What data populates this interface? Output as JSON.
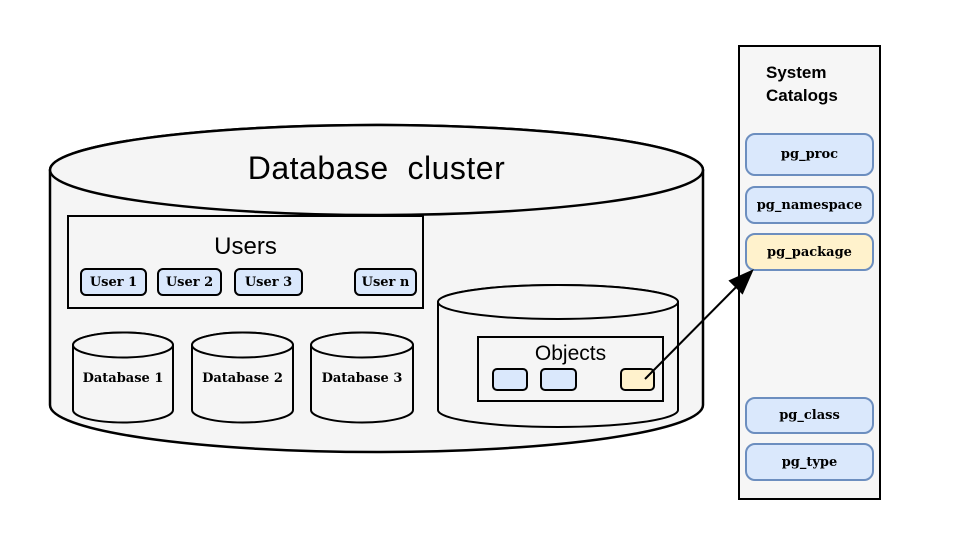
{
  "cluster": {
    "title": "Database  cluster"
  },
  "users_panel": {
    "title": "Users",
    "users": [
      "User 1",
      "User 2",
      "User 3",
      "User n"
    ]
  },
  "databases": [
    {
      "label": "Database 1"
    },
    {
      "label": "Database 2"
    },
    {
      "label": "Database 3"
    }
  ],
  "objects_panel": {
    "title": "Objects",
    "object_slots": [
      "object",
      "object",
      "package-object"
    ]
  },
  "system_catalogs": {
    "title_lines": [
      "System",
      "Catalogs"
    ],
    "items": [
      {
        "label": "pg_proc",
        "highlighted": false
      },
      {
        "label": "pg_namespace",
        "highlighted": false
      },
      {
        "label": "pg_package",
        "highlighted": true
      },
      {
        "label": "pg_class",
        "highlighted": false
      },
      {
        "label": "pg_type",
        "highlighted": false
      }
    ]
  },
  "connector": {
    "from": "package-object",
    "to": "pg_package"
  },
  "colors": {
    "blue_fill": "#dae8fc",
    "blue_border": "#6c8ebf",
    "yellow_fill": "#fff2cc",
    "cylinder_fill": "#f5f5f5",
    "line": "#000000"
  }
}
